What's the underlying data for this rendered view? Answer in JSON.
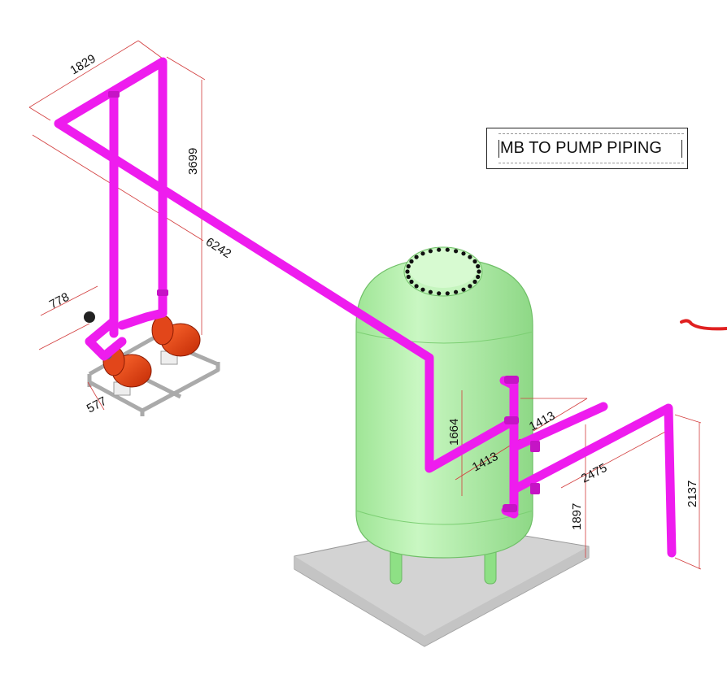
{
  "title": "MB TO PUMP PIPING",
  "dimensions": {
    "top_header_length": "1829",
    "riser_height": "3699",
    "diagonal_run": "6242",
    "pump_spacing": "778",
    "skid_depth": "577",
    "vessel_drop": "1664",
    "branch_upper": "1413",
    "branch_lower": "1413",
    "outlet_run": "2475",
    "outlet_height": "1897",
    "outlet_drop": "2137"
  },
  "colors": {
    "pipe": "#ee1cee",
    "vessel": "#a8f2a0",
    "pump": "#e63a10",
    "skid": "#d8d8d8",
    "base_plate": "#cfcfcf",
    "dim_line": "#d23c3c",
    "markup": "#e02020"
  }
}
